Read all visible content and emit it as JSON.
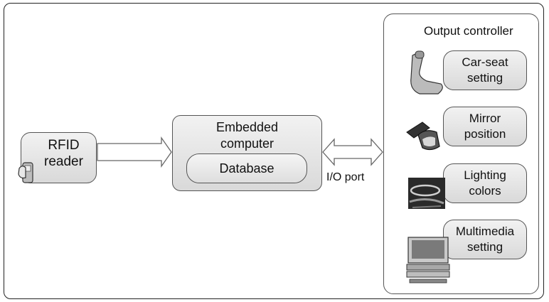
{
  "diagram": {
    "rfid": {
      "line1": "RFID",
      "line2": "reader"
    },
    "embedded": {
      "line1": "Embedded",
      "line2": "computer",
      "database": "Database"
    },
    "io_label": "I/O port",
    "output": {
      "title": "Output controller",
      "items": [
        {
          "line1": "Car-seat",
          "line2": "setting",
          "icon": "car-seat-icon"
        },
        {
          "line1": "Mirror",
          "line2": "position",
          "icon": "side-mirror-icon"
        },
        {
          "line1": "Lighting",
          "line2": "colors",
          "icon": "lighting-icon"
        },
        {
          "line1": "Multimedia",
          "line2": "setting",
          "icon": "multimedia-icon"
        }
      ]
    }
  }
}
